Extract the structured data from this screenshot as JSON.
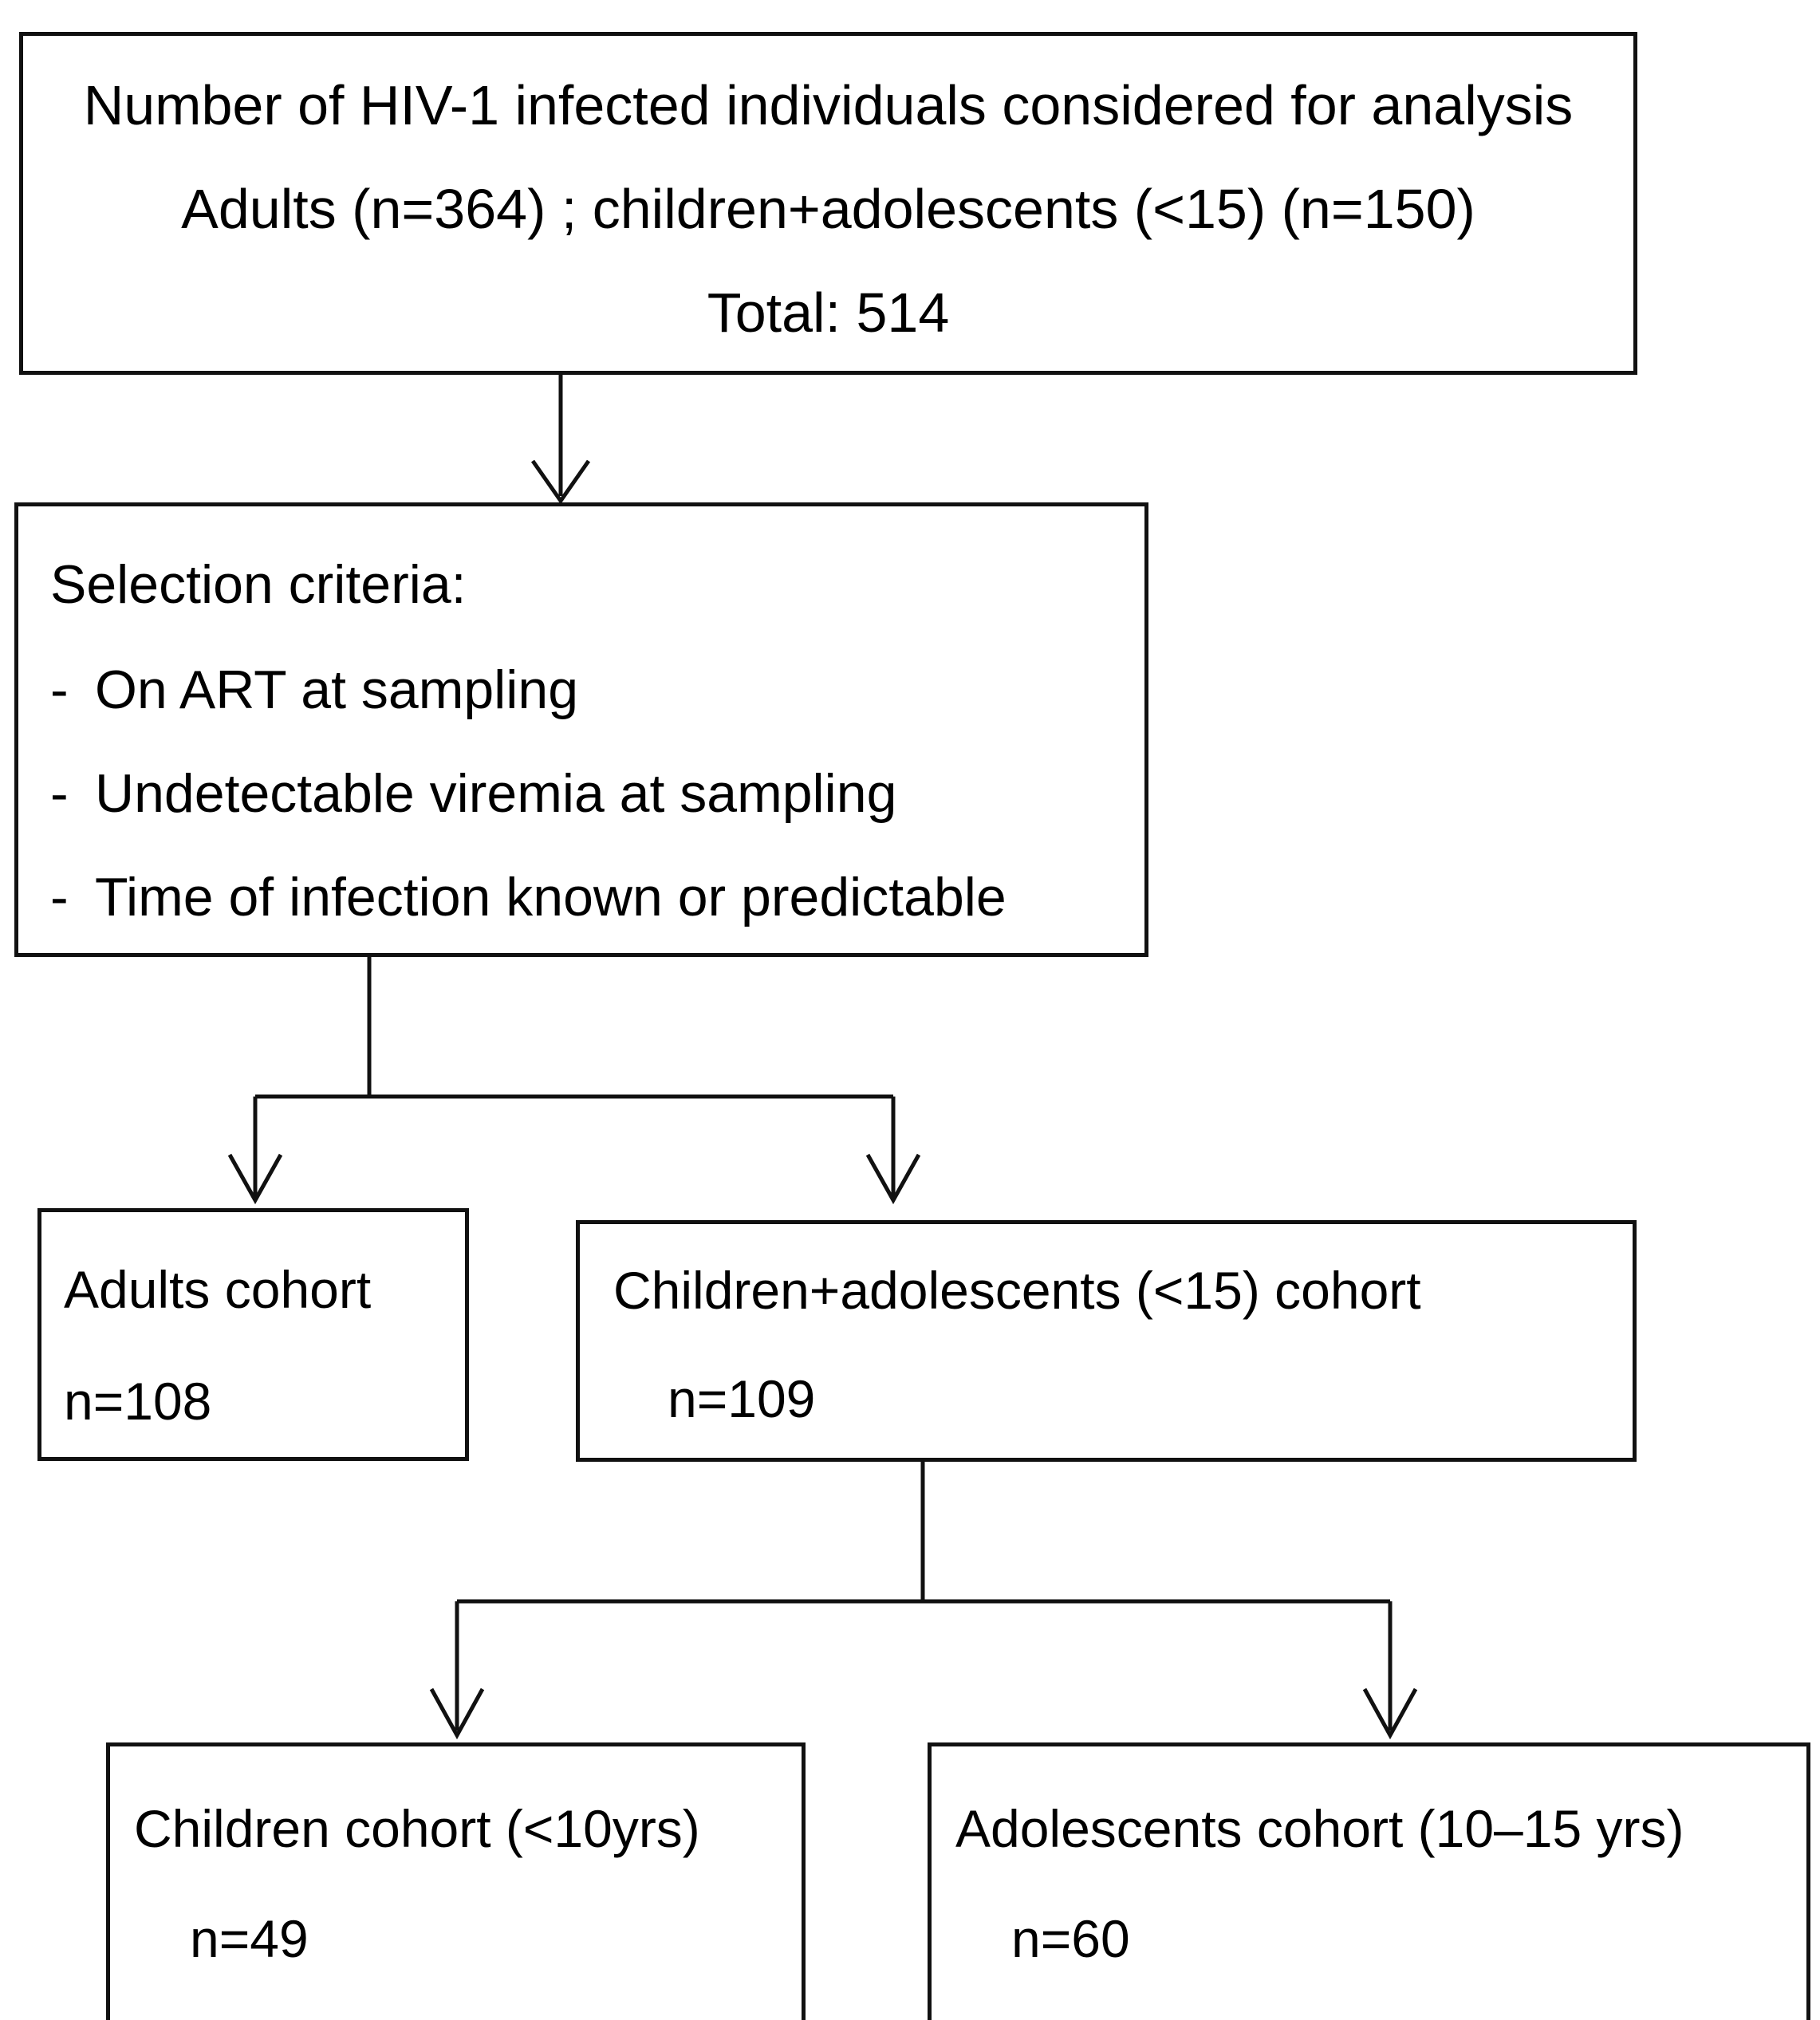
{
  "diagram": {
    "title": "HIV-1 cohort selection flow chart",
    "boxes": {
      "top_summary": {
        "line1": "Number of HIV-1 infected individuals considered for analysis",
        "line2": "Adults (n=364) ; children+adolescents (<15) (n=150)",
        "line3": "Total: 514"
      },
      "selection_criteria": {
        "title": "Selection criteria:",
        "dash": "-",
        "items": [
          "On ART at sampling",
          "Undetectable viremia at sampling",
          "Time of infection known or predictable"
        ]
      },
      "adults_cohort": {
        "label": "Adults cohort",
        "count": "n=108"
      },
      "children_adolescents_cohort": {
        "label": "Children+adolescents (<15) cohort",
        "count": "n=109"
      },
      "children_cohort": {
        "label": "Children cohort (<10yrs)",
        "count": "n=49"
      },
      "adolescents_cohort": {
        "label": "Adolescents cohort (10–15 yrs)",
        "count": "n=60"
      }
    },
    "connectors": [
      {
        "name": "top-to-criteria",
        "type": "straight-arrow"
      },
      {
        "name": "criteria-split",
        "type": "branch-two-arrows"
      },
      {
        "name": "children-adolescents-split",
        "type": "branch-two-arrows"
      }
    ],
    "colors": {
      "stroke": "#111111",
      "background": "#ffffff",
      "text": "#000000"
    }
  }
}
